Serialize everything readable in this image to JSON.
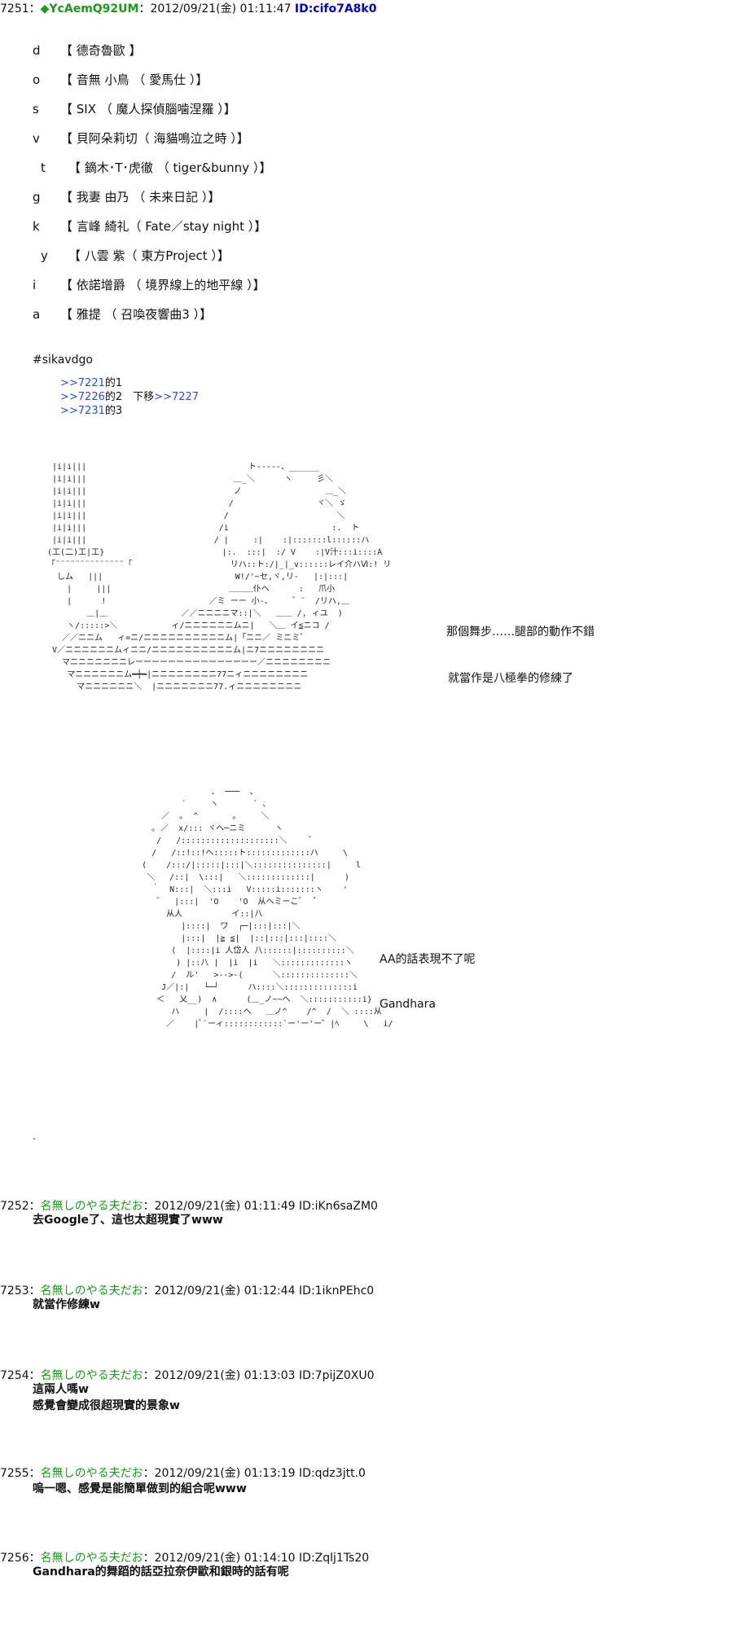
{
  "post_main": {
    "num": "7251",
    "sep": "：",
    "diamond": "◆",
    "name": "YcAemQ92UM",
    "datetime": "：2012/09/21(金) 01:11:47",
    "id": "ID:cifo7A8k0"
  },
  "list_items": [
    {
      "letter": "d",
      "text": "【 德奇魯歐 】"
    },
    {
      "letter": "o",
      "text": "【 音無 小鳥 （ 愛馬仕 ）】"
    },
    {
      "letter": "s",
      "text": "【 SIX （ 魔人探偵腦噛涅羅 ）】"
    },
    {
      "letter": "v",
      "text": "【 貝阿朵莉切（ 海貓鳴泣之時 ）】"
    },
    {
      "letter": "t",
      "text": "【 鏑木･T･虎徹 （ tiger&bunny ）】"
    },
    {
      "letter": "g",
      "text": "【 我妻 由乃 （ 未来日記 ）】"
    },
    {
      "letter": "k",
      "text": "【 言峰 綺礼（ Fate／stay night ）】"
    },
    {
      "letter": "y",
      "text": "【 八雲 紫（ 東方Project ）】"
    },
    {
      "letter": "i",
      "text": "【 依諾增爵 （ 境界線上的地平線 ）】"
    },
    {
      "letter": "a",
      "text": "【 雅提 （ 召喚夜響曲3 ）】"
    }
  ],
  "hashtag": "#sikavdgo",
  "anchors": [
    {
      "link": ">>7221",
      "suffix": "的1",
      "extra_text": "",
      "extra_link": ""
    },
    {
      "link": ">>7226",
      "suffix": "的2",
      "extra_text": "　下移",
      "extra_link": ">>7227"
    },
    {
      "link": ">>7231",
      "suffix": "的3",
      "extra_text": "",
      "extra_link": ""
    }
  ],
  "art1": " |i|i|||                                 ト-----、______\n |i|i|||                              ＿_＼      ヽ     彡＼\n |i|i|||                              ノ                 ＿_＼\n |i|i|||                             /                 ヾ＼ ゞ\n |i|i|||                            /                      ＼\n |i|i|||                           /i                     :.  ト\n |i|i|||                          / |     :|    :|:::::::l::::::ハ\n(工(二)工|工}                        |:.  :::|  :/ V    :|V汁:::i::::A\n「¨¨¨¨¨¨¨¨¨¨¨¨¨¨「                    リハ::ト:/|_|_v::::::レイ介ハⅥ:! リ\n  しム   |||                           W!/'~セ,ヾ,リ-   |:|:::|\n    |     |||                        ＿＿＿仆ヘ      :   爪小\n    |      !                     ／ミ ーー 小-、    ゛¨  /リハ,＿\n        ＿|＿               ／／ニニニニマ::|＼   ＿＿ /, ィユ  )\n    ヽ/:::::>＼           ィ/ニニニニニニムニ|   ＼＿ イ≦ニコ /\n   ／／ニニム   ィ=ニ/ニニニニニニニニニニム|「ニニ／ ミニミ゛\n V／ニニニニニニムィニニ/ニニニニニニニニニニム|ニ7ニニニニニニニニ\n   マニニニニニニニレーーーーーーーーーーーーーーー／ニニニニニニニニ\n    マニニニニニニム━┿━|ニニニニニニニニ77ニィニニニニニニニニ\n      マニニニニニニ＼  |ニニニニニニニ77.ィニニニニニニニニ",
  "art1_caption1": "那個舞步……腿部的動作不錯",
  "art1_caption2": "就當作是八極拳的修練了",
  "art2": "                  .  ───  、\n            ´     ヽ       ` ､\n        ／  ｡  ^       ｡     ＼\n      ｡ ／  x/::: ヾヘ─ニミ      ヽ\n       /   /::::::::::::::::::::＼     ﾞ\n      /   /::!::!ヘ:::::ト:::::::::::::ハ     \\\n    (    /:::/|:::::|:::|＼:::::::::::::::|     l\n     ＼   /::|  \\:::|   ＼:::::::::::::|      )\n      ｀  N:::|  ＼:::i   V:::::i:::::::ヽ    '\n       ゛  |:::|  'O    'O  从ヘミーこ゛  ﾟ\n         从人          イ::|八\n            |::::|  ワ  ┌─|:::|:::|＼\n            |:::|  |≧ ≦|  |::|:::|:::|::::＼\n          (  |::::|i 人岱人 八::::::|::::::::::＼\n           ) |::八 |  |i  |i   ＼:::::::::::::ヽ\n          /  ル'   >-->-(      ＼::::::::::::::＼\n        J／|:|   └─┘      ハ::::＼::::::::::::::i\n       ＜   乂__)  ∧      (＿_ノ~~へ  ＼:::::::::::i}\n          ハ     |  /::::ヘ   ＿ノ^    /^  /  ＼ ::::从\n         ／    |ﾟ`ーィ::::::::::::`ー'ー'ー゜|ﾍ     \\   i/",
  "art2_caption1": "AA的話表現不了呢",
  "art2_caption2": "Gandhara",
  "dot": ".",
  "replies": [
    {
      "num": "7252",
      "sep": "：",
      "name": "名無しのやる夫だお",
      "meta": "：2012/09/21(金) 01:11:49 ID:iKn6saZM0",
      "lines": [
        "去Google了、這也太超現實了www"
      ]
    },
    {
      "num": "7253",
      "sep": "：",
      "name": "名無しのやる夫だお",
      "meta": "：2012/09/21(金) 01:12:44 ID:1iknPEhc0",
      "lines": [
        "就當作修練w"
      ]
    },
    {
      "num": "7254",
      "sep": "：",
      "name": "名無しのやる夫だお",
      "meta": "：2012/09/21(金) 01:13:03 ID:7pijZ0XU0",
      "lines": [
        "這兩人嗎w",
        "感覺會變成很超現實的景象w"
      ]
    },
    {
      "num": "7255",
      "sep": "：",
      "name": "名無しのやる夫だお",
      "meta": "：2012/09/21(金) 01:13:19 ID:qdz3jtt.0",
      "lines": [
        "嗚一嗯、感覺是能簡單做到的組合呢www"
      ]
    },
    {
      "num": "7256",
      "sep": "：",
      "name": "名無しのやる夫だお",
      "meta": "：2012/09/21(金) 01:14:10 ID:Zqlj1Ts20",
      "lines": [
        "Gandhara的舞蹈的話亞拉奈伊歐和銀時的話有呢"
      ]
    }
  ]
}
